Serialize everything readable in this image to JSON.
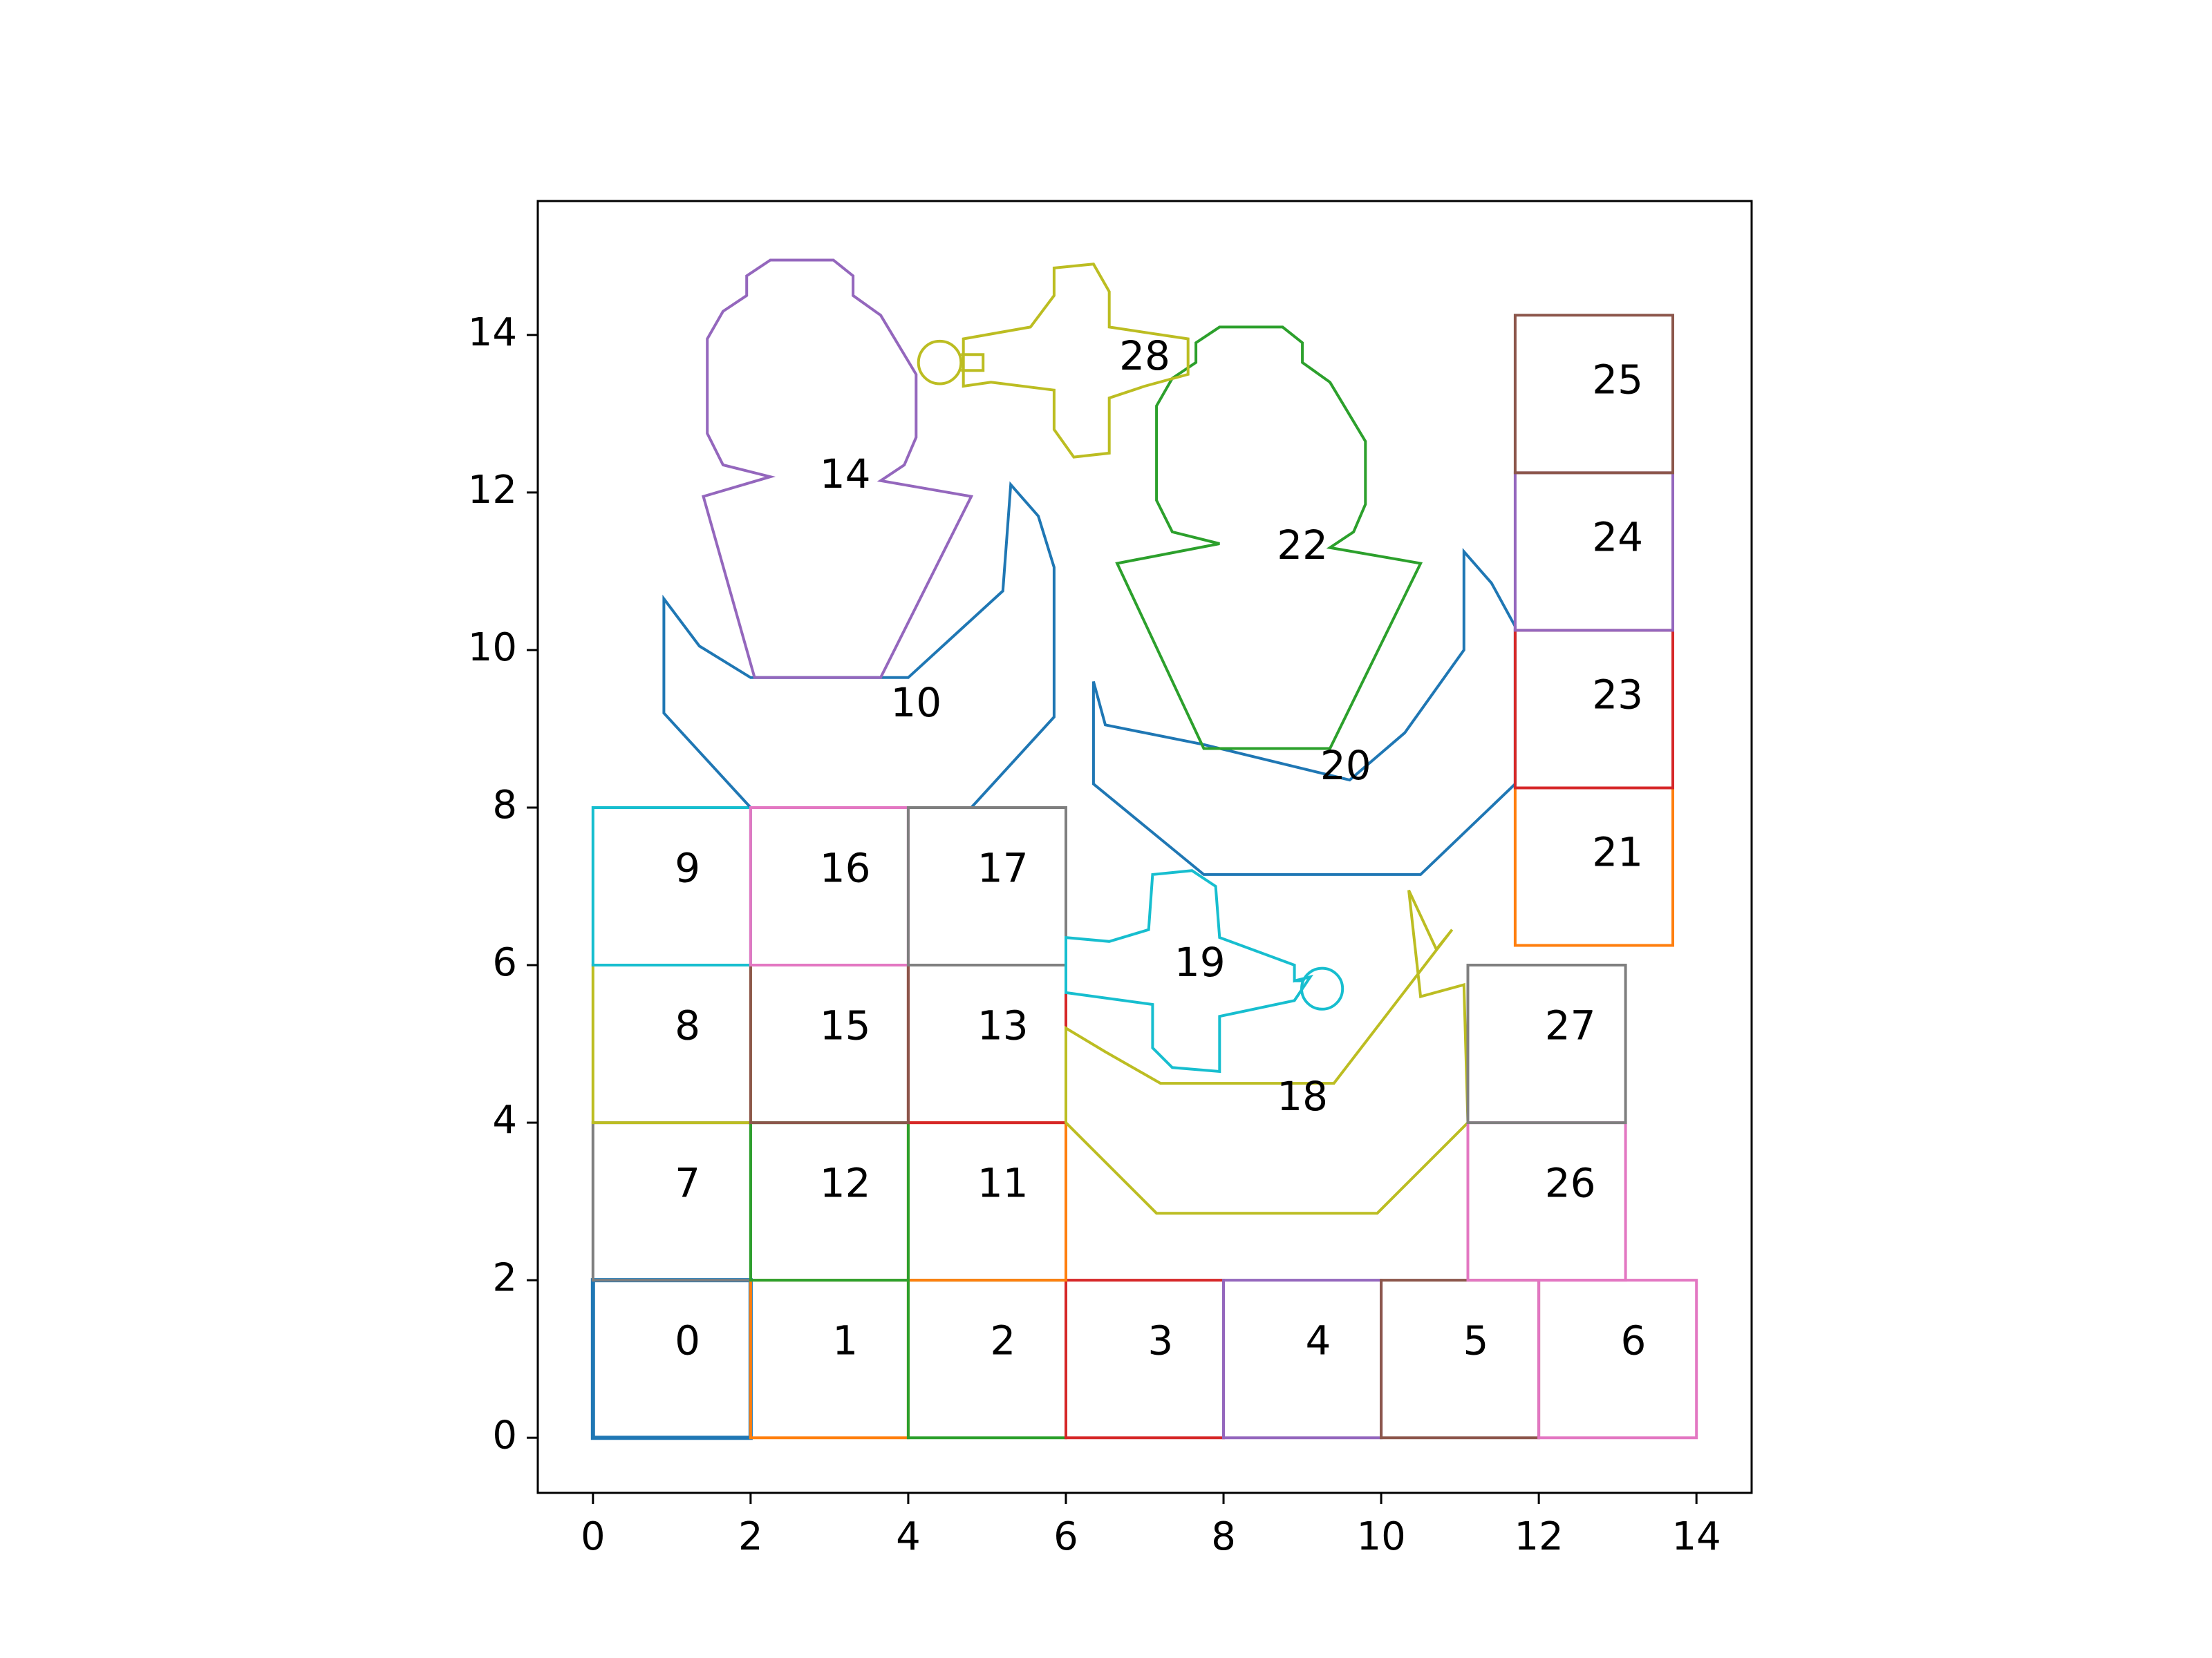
{
  "chart_data": {
    "type": "line",
    "title": "",
    "xlabel": "",
    "ylabel": "",
    "xlim": [
      -0.7,
      14.7
    ],
    "ylim": [
      -0.7,
      15.7
    ],
    "aspect": "equal",
    "grid": false,
    "legend": "none",
    "x_ticks": [
      0,
      2,
      4,
      6,
      8,
      10,
      12,
      14
    ],
    "y_ticks": [
      0,
      2,
      4,
      6,
      8,
      10,
      12,
      14
    ],
    "x_tick_labels": [
      "0",
      "2",
      "4",
      "6",
      "8",
      "10",
      "12",
      "14"
    ],
    "y_tick_labels": [
      "0",
      "2",
      "4",
      "6",
      "8",
      "10",
      "12",
      "14"
    ],
    "shapes": [
      {
        "label": "0",
        "color": "#1f77b4",
        "label_pos": [
          1.2,
          1.2
        ],
        "points": [
          [
            0,
            0
          ],
          [
            2,
            0
          ],
          [
            2,
            2
          ],
          [
            0,
            2
          ]
        ]
      },
      {
        "label": "1",
        "color": "#ff7f0e",
        "label_pos": [
          3.2,
          1.2
        ],
        "points": [
          [
            2,
            0
          ],
          [
            4,
            0
          ],
          [
            4,
            2
          ],
          [
            2,
            2
          ]
        ]
      },
      {
        "label": "2",
        "color": "#2ca02c",
        "label_pos": [
          5.2,
          1.2
        ],
        "points": [
          [
            4,
            0
          ],
          [
            6,
            0
          ],
          [
            6,
            2
          ],
          [
            4,
            2
          ]
        ]
      },
      {
        "label": "3",
        "color": "#d62728",
        "label_pos": [
          7.2,
          1.2
        ],
        "points": [
          [
            6,
            0
          ],
          [
            8,
            0
          ],
          [
            8,
            2
          ],
          [
            6,
            2
          ]
        ]
      },
      {
        "label": "4",
        "color": "#9467bd",
        "label_pos": [
          9.2,
          1.2
        ],
        "points": [
          [
            8,
            0
          ],
          [
            10,
            0
          ],
          [
            10,
            2
          ],
          [
            8,
            2
          ]
        ]
      },
      {
        "label": "5",
        "color": "#8c564b",
        "label_pos": [
          11.2,
          1.2
        ],
        "points": [
          [
            10,
            0
          ],
          [
            12,
            0
          ],
          [
            12,
            2
          ],
          [
            10,
            2
          ]
        ]
      },
      {
        "label": "6",
        "color": "#e377c2",
        "label_pos": [
          13.2,
          1.2
        ],
        "points": [
          [
            12,
            0
          ],
          [
            14,
            0
          ],
          [
            14,
            2
          ],
          [
            12,
            2
          ]
        ]
      },
      {
        "label": "7",
        "color": "#7f7f7f",
        "label_pos": [
          1.2,
          3.2
        ],
        "points": [
          [
            0,
            2
          ],
          [
            2,
            2
          ],
          [
            2,
            4
          ],
          [
            0,
            4
          ]
        ]
      },
      {
        "label": "8",
        "color": "#bcbd22",
        "label_pos": [
          1.2,
          5.2
        ],
        "points": [
          [
            0,
            4
          ],
          [
            2,
            4
          ],
          [
            2,
            6
          ],
          [
            0,
            6
          ]
        ]
      },
      {
        "label": "9",
        "color": "#17becf",
        "label_pos": [
          1.2,
          7.2
        ],
        "points": [
          [
            0,
            6
          ],
          [
            2,
            6
          ],
          [
            2,
            8
          ],
          [
            0,
            8
          ]
        ]
      },
      {
        "label": "10",
        "color": "#1f77b4",
        "label_pos": [
          4.1,
          9.3
        ],
        "points": [
          [
            2,
            8
          ],
          [
            0.9,
            9.2
          ],
          [
            0.9,
            10.65
          ],
          [
            1.35,
            10.05
          ],
          [
            2,
            9.65
          ],
          [
            4.0,
            9.65
          ],
          [
            5.2,
            10.75
          ],
          [
            5.3,
            12.1
          ],
          [
            5.65,
            11.7
          ],
          [
            5.85,
            11.05
          ],
          [
            5.85,
            9.15
          ],
          [
            4.8,
            8.0
          ]
        ]
      },
      {
        "label": "11",
        "color": "#ff7f0e",
        "label_pos": [
          5.2,
          3.2
        ],
        "points": [
          [
            4,
            2
          ],
          [
            6,
            2
          ],
          [
            6,
            4
          ],
          [
            4,
            4
          ]
        ]
      },
      {
        "label": "12",
        "color": "#2ca02c",
        "label_pos": [
          3.2,
          3.2
        ],
        "points": [
          [
            2,
            2
          ],
          [
            4,
            2
          ],
          [
            4,
            4
          ],
          [
            2,
            4
          ]
        ]
      },
      {
        "label": "13",
        "color": "#d62728",
        "label_pos": [
          5.2,
          5.2
        ],
        "points": [
          [
            4,
            4
          ],
          [
            6,
            4
          ],
          [
            6,
            6
          ],
          [
            4,
            6
          ]
        ]
      },
      {
        "label": "14",
        "color": "#9467bd",
        "label_pos": [
          3.2,
          12.2
        ],
        "points": [
          [
            2.05,
            9.65
          ],
          [
            3.65,
            9.65
          ],
          [
            4.8,
            11.95
          ],
          [
            3.65,
            12.15
          ],
          [
            3.95,
            12.35
          ],
          [
            4.1,
            12.7
          ],
          [
            4.1,
            13.5
          ],
          [
            3.65,
            14.25
          ],
          [
            3.3,
            14.5
          ],
          [
            3.3,
            14.75
          ],
          [
            3.05,
            14.95
          ],
          [
            2.25,
            14.95
          ],
          [
            1.95,
            14.75
          ],
          [
            1.95,
            14.5
          ],
          [
            1.65,
            14.3
          ],
          [
            1.45,
            13.95
          ],
          [
            1.45,
            12.75
          ],
          [
            1.65,
            12.35
          ],
          [
            2.25,
            12.2
          ],
          [
            1.4,
            11.95
          ]
        ]
      },
      {
        "label": "15",
        "color": "#8c564b",
        "label_pos": [
          3.2,
          5.2
        ],
        "points": [
          [
            2,
            4
          ],
          [
            4,
            4
          ],
          [
            4,
            6
          ],
          [
            2,
            6
          ]
        ]
      },
      {
        "label": "16",
        "color": "#e377c2",
        "label_pos": [
          3.2,
          7.2
        ],
        "points": [
          [
            2,
            6
          ],
          [
            4,
            6
          ],
          [
            4,
            8
          ],
          [
            2,
            8
          ]
        ]
      },
      {
        "label": "17",
        "color": "#7f7f7f",
        "label_pos": [
          5.2,
          7.2
        ],
        "points": [
          [
            4,
            6
          ],
          [
            6,
            6
          ],
          [
            6,
            8
          ],
          [
            4,
            8
          ]
        ]
      },
      {
        "label": "18",
        "color": "#bcbd22",
        "label_pos": [
          9.0,
          4.3
        ],
        "points": [
          [
            6,
            4
          ],
          [
            7.15,
            2.85
          ],
          [
            9.95,
            2.85
          ],
          [
            11.1,
            4.0
          ],
          [
            11.05,
            5.75
          ],
          [
            10.5,
            5.6
          ],
          [
            10.35,
            6.95
          ],
          [
            10.7,
            6.2
          ],
          [
            10.9,
            6.45
          ],
          [
            9.4,
            4.5
          ],
          [
            7.2,
            4.5
          ],
          [
            6.5,
            4.9
          ],
          [
            6.0,
            5.2
          ]
        ]
      },
      {
        "label": "19",
        "color": "#17becf",
        "label_pos": [
          7.7,
          6.0
        ],
        "points": [
          [
            6.0,
            6.35
          ],
          [
            6.55,
            6.3
          ],
          [
            7.05,
            6.45
          ],
          [
            7.1,
            7.15
          ],
          [
            7.6,
            7.2
          ],
          [
            7.9,
            7.0
          ],
          [
            7.95,
            6.35
          ],
          [
            8.9,
            6.0
          ],
          [
            8.9,
            5.8
          ],
          [
            9.1,
            5.85
          ],
          [
            8.9,
            5.55
          ],
          [
            7.95,
            5.35
          ],
          [
            7.95,
            4.65
          ],
          [
            7.35,
            4.7
          ],
          [
            7.1,
            4.95
          ],
          [
            7.1,
            5.5
          ],
          [
            6.0,
            5.65
          ]
        ]
      },
      {
        "label": "20",
        "color": "#1f77b4",
        "label_pos": [
          9.55,
          8.5
        ],
        "points": [
          [
            7.75,
            7.15
          ],
          [
            10.5,
            7.15
          ],
          [
            11.7,
            8.3
          ],
          [
            11.7,
            10.3
          ],
          [
            11.4,
            10.85
          ],
          [
            11.05,
            11.25
          ],
          [
            11.05,
            10.0
          ],
          [
            10.3,
            8.95
          ],
          [
            9.6,
            8.35
          ],
          [
            7.75,
            8.8
          ],
          [
            6.5,
            9.05
          ],
          [
            6.35,
            9.6
          ],
          [
            6.35,
            8.3
          ]
        ]
      },
      {
        "label": "21",
        "color": "#ff7f0e",
        "label_pos": [
          13.0,
          7.4
        ],
        "points": [
          [
            11.7,
            6.25
          ],
          [
            13.7,
            6.25
          ],
          [
            13.7,
            8.25
          ],
          [
            11.7,
            8.25
          ]
        ]
      },
      {
        "label": "22",
        "color": "#2ca02c",
        "label_pos": [
          9.0,
          11.3
        ],
        "points": [
          [
            7.75,
            8.75
          ],
          [
            9.35,
            8.75
          ],
          [
            10.5,
            11.1
          ],
          [
            9.35,
            11.3
          ],
          [
            9.65,
            11.5
          ],
          [
            9.8,
            11.85
          ],
          [
            9.8,
            12.65
          ],
          [
            9.35,
            13.4
          ],
          [
            9.0,
            13.65
          ],
          [
            9.0,
            13.9
          ],
          [
            8.75,
            14.1
          ],
          [
            7.95,
            14.1
          ],
          [
            7.65,
            13.9
          ],
          [
            7.65,
            13.65
          ],
          [
            7.35,
            13.45
          ],
          [
            7.15,
            13.1
          ],
          [
            7.15,
            11.9
          ],
          [
            7.35,
            11.5
          ],
          [
            7.95,
            11.35
          ],
          [
            6.65,
            11.1
          ]
        ]
      },
      {
        "label": "23",
        "color": "#d62728",
        "label_pos": [
          13.0,
          9.4
        ],
        "points": [
          [
            11.7,
            8.25
          ],
          [
            13.7,
            8.25
          ],
          [
            13.7,
            10.25
          ],
          [
            11.7,
            10.25
          ]
        ]
      },
      {
        "label": "24",
        "color": "#9467bd",
        "label_pos": [
          13.0,
          11.4
        ],
        "points": [
          [
            11.7,
            10.25
          ],
          [
            13.7,
            10.25
          ],
          [
            13.7,
            12.25
          ],
          [
            11.7,
            12.25
          ]
        ]
      },
      {
        "label": "25",
        "color": "#8c564b",
        "label_pos": [
          13.0,
          13.4
        ],
        "points": [
          [
            11.7,
            12.25
          ],
          [
            13.7,
            12.25
          ],
          [
            13.7,
            14.25
          ],
          [
            11.7,
            14.25
          ]
        ]
      },
      {
        "label": "26",
        "color": "#e377c2",
        "label_pos": [
          12.4,
          3.2
        ],
        "points": [
          [
            11.1,
            2
          ],
          [
            13.1,
            2
          ],
          [
            13.1,
            4
          ],
          [
            11.1,
            4
          ]
        ]
      },
      {
        "label": "27",
        "color": "#7f7f7f",
        "label_pos": [
          12.4,
          5.2
        ],
        "points": [
          [
            11.1,
            4
          ],
          [
            13.1,
            4
          ],
          [
            13.1,
            6
          ],
          [
            11.1,
            6
          ]
        ]
      },
      {
        "label": "28",
        "color": "#bcbd22",
        "label_pos": [
          7.0,
          13.7
        ],
        "points": [
          [
            4.7,
            13.95
          ],
          [
            5.55,
            14.1
          ],
          [
            5.85,
            14.5
          ],
          [
            5.85,
            14.85
          ],
          [
            6.35,
            14.9
          ],
          [
            6.55,
            14.55
          ],
          [
            6.55,
            14.1
          ],
          [
            7.55,
            13.95
          ],
          [
            7.55,
            13.5
          ],
          [
            7.0,
            13.35
          ],
          [
            6.55,
            13.2
          ],
          [
            6.55,
            12.5
          ],
          [
            6.1,
            12.45
          ],
          [
            5.85,
            12.8
          ],
          [
            5.85,
            13.3
          ],
          [
            5.05,
            13.4
          ],
          [
            4.7,
            13.35
          ]
        ]
      }
    ],
    "circles": [
      {
        "shape": "19",
        "color": "#17becf",
        "center": [
          9.25,
          5.7
        ],
        "radius": 0.26
      },
      {
        "shape": "28",
        "color": "#bcbd22",
        "center": [
          4.4,
          13.65
        ],
        "radius": 0.27
      }
    ],
    "connectors": [
      {
        "shape": "19",
        "color": "#17becf",
        "points": [
          [
            8.9,
            5.8
          ],
          [
            9.0,
            5.8
          ]
        ]
      },
      {
        "shape": "28",
        "color": "#bcbd22",
        "points": [
          [
            4.67,
            13.75
          ],
          [
            4.95,
            13.75
          ],
          [
            4.95,
            13.55
          ],
          [
            4.67,
            13.55
          ]
        ]
      }
    ]
  }
}
